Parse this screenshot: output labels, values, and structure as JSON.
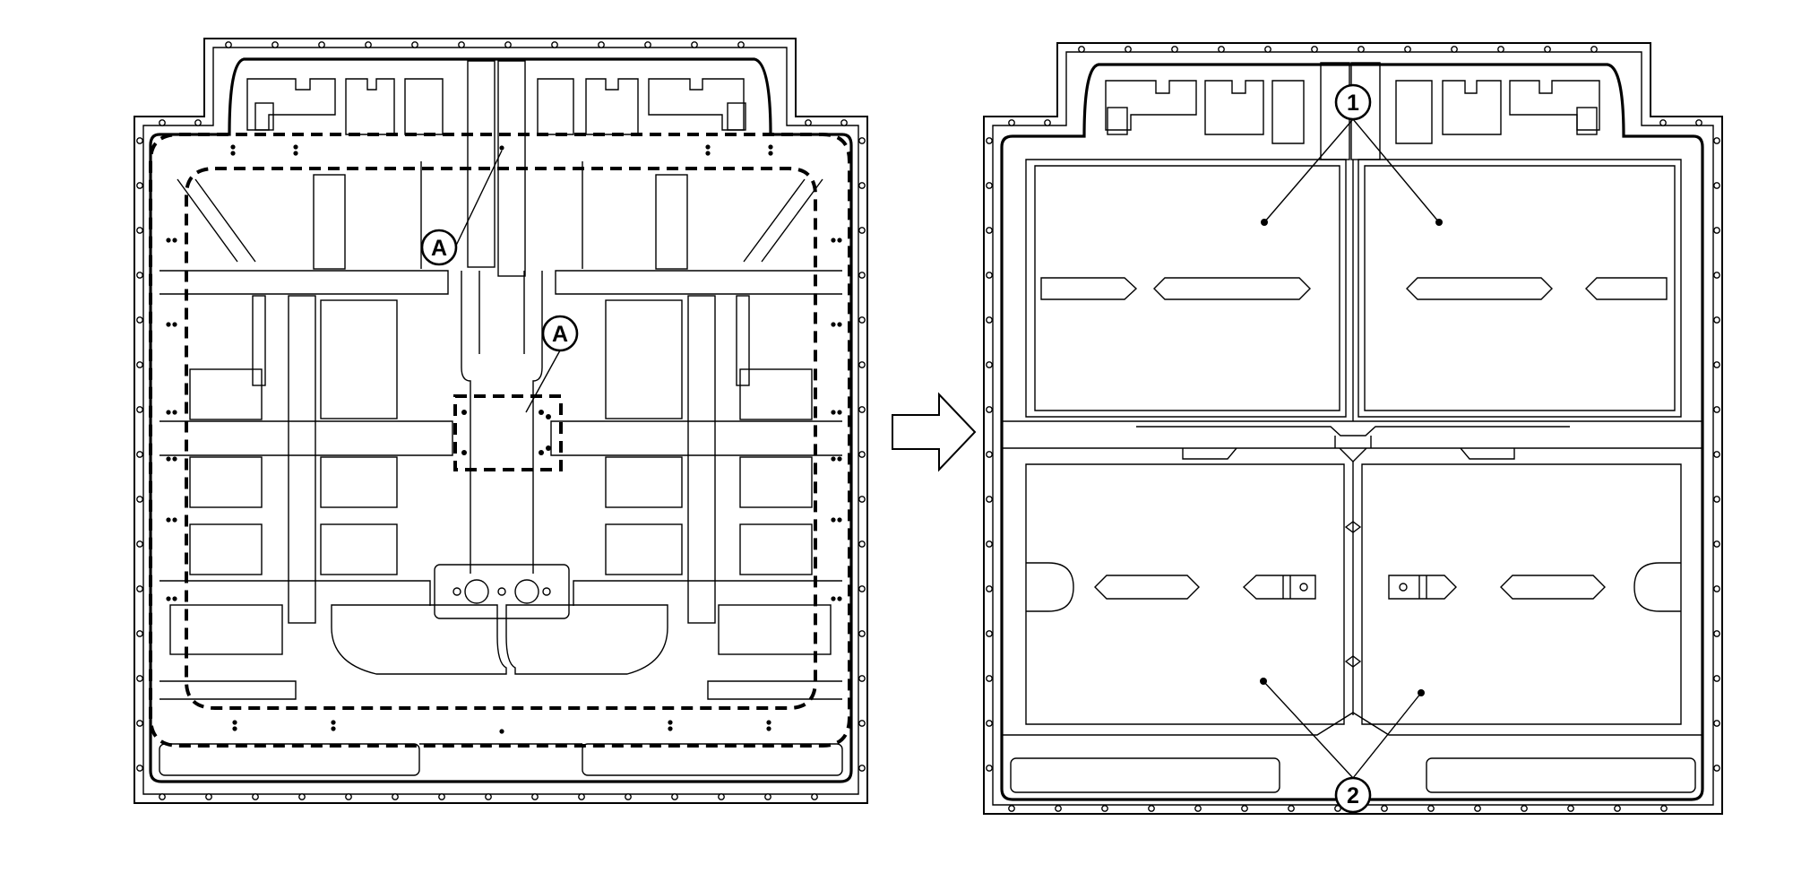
{
  "diagram": {
    "left_view": {
      "callouts": [
        {
          "id": "callout-a-upper",
          "label": "A"
        },
        {
          "id": "callout-a-lower",
          "label": "A"
        }
      ]
    },
    "transition_arrow": {
      "icon": "right-outline-arrow-icon"
    },
    "right_view": {
      "callouts": [
        {
          "id": "callout-1",
          "label": "1"
        },
        {
          "id": "callout-2",
          "label": "2"
        }
      ]
    },
    "colors": {
      "line": "#000000",
      "background": "#ffffff"
    }
  }
}
